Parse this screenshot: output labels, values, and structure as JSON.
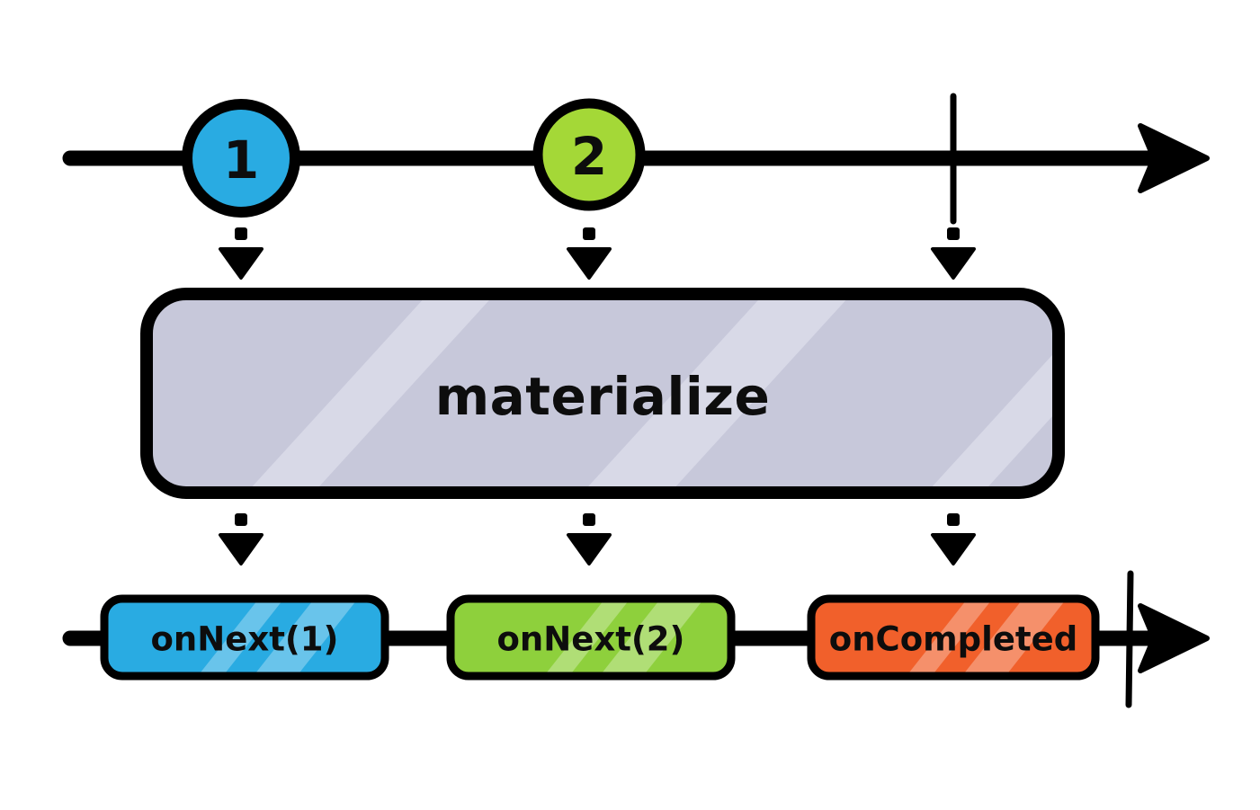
{
  "diagram": {
    "kind": "rx-marble-diagram",
    "operator": {
      "label": "materialize",
      "fill": "#c7c8da",
      "stripe": "#d8d9e7"
    },
    "input_stream": {
      "marbles": [
        {
          "value": "1",
          "fill": "#29abe2"
        },
        {
          "value": "2",
          "fill": "#a4d837"
        }
      ],
      "completed": true
    },
    "output_stream": {
      "notifications": [
        {
          "label": "onNext(1)",
          "fill": "#29abe2"
        },
        {
          "label": "onNext(2)",
          "fill": "#8ed03c"
        },
        {
          "label": "onCompleted",
          "fill": "#f1602b"
        }
      ],
      "completed": true
    },
    "colors": {
      "line": "#000000",
      "background": "#ffffff"
    }
  }
}
